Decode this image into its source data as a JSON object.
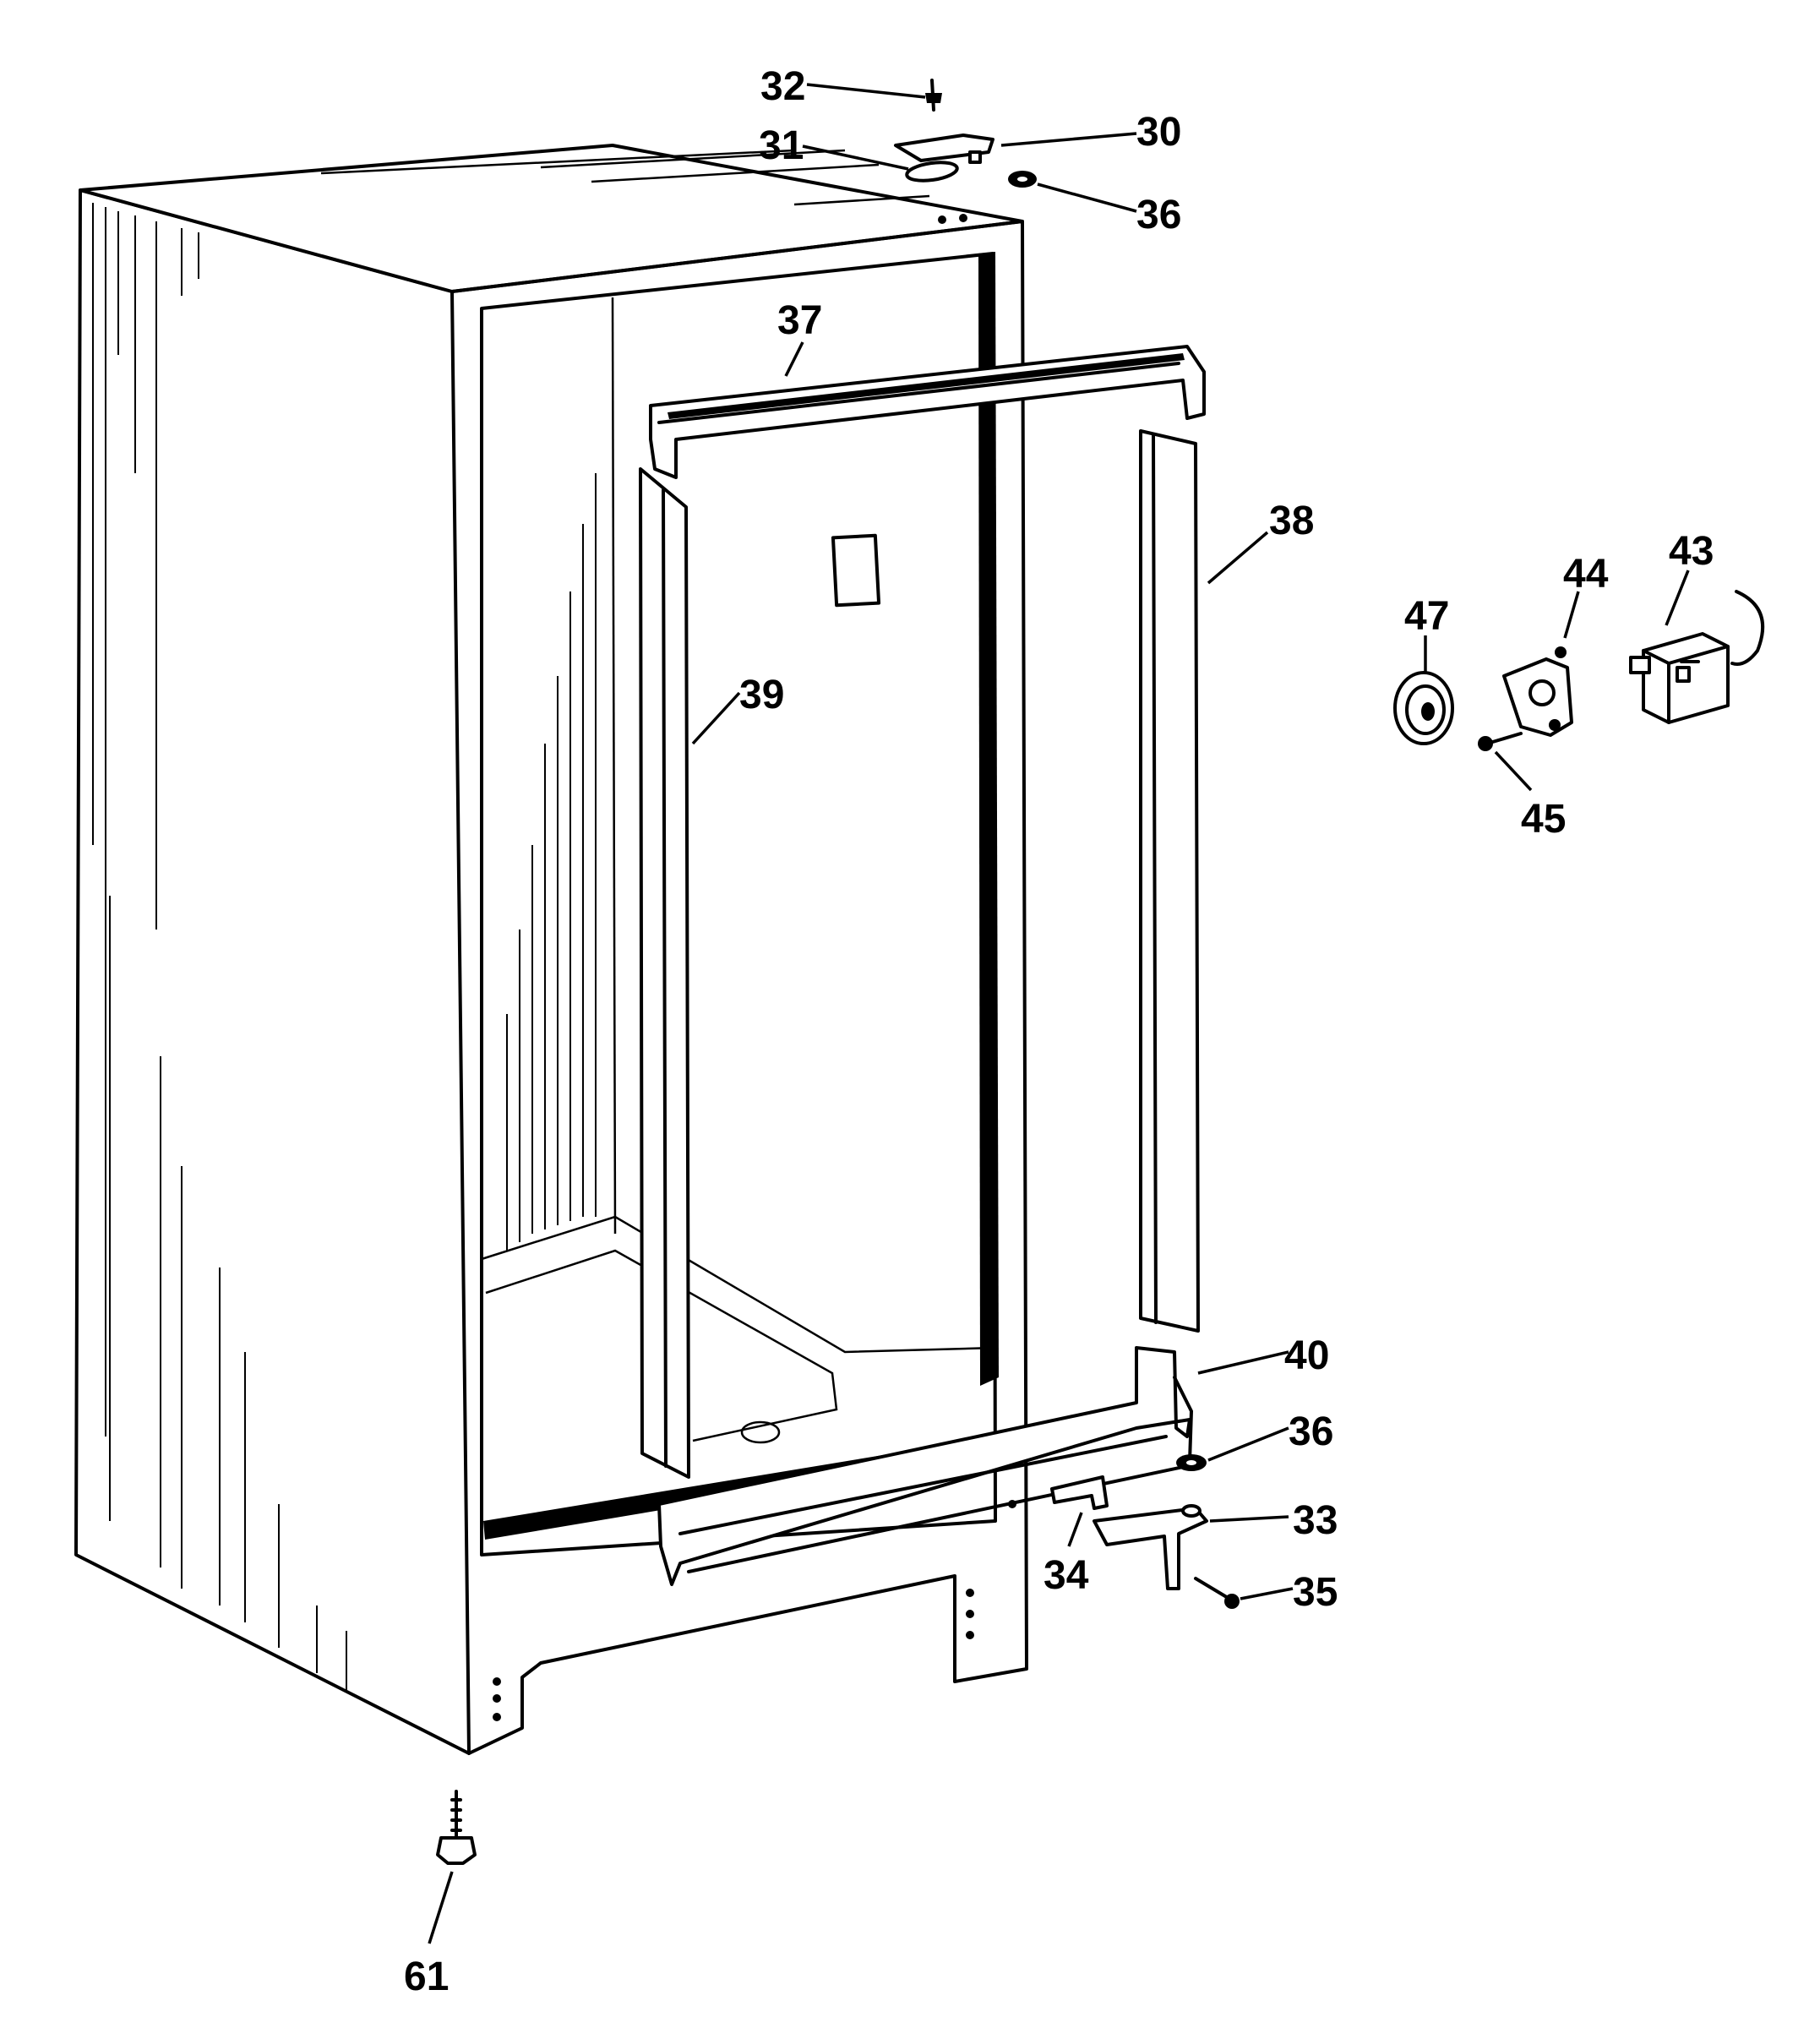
{
  "callouts": {
    "c30": "30",
    "c31": "31",
    "c32": "32",
    "c33": "33",
    "c34": "34",
    "c35": "35",
    "c36_top": "36",
    "c36_bottom": "36",
    "c37": "37",
    "c38": "38",
    "c39": "39",
    "c40": "40",
    "c43": "43",
    "c44": "44",
    "c45": "45",
    "c47": "47",
    "c61": "61"
  }
}
